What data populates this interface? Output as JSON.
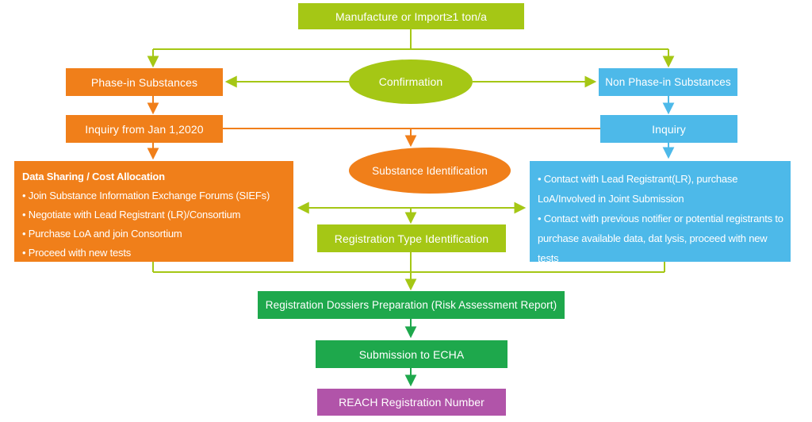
{
  "colors": {
    "yellow_green": "#a5c715",
    "orange": "#f07f1a",
    "blue": "#4db9e9",
    "green": "#1ea84c",
    "purple": "#b154a9",
    "text": "#ffffff",
    "background": "#ffffff"
  },
  "nodes": {
    "manufacture": {
      "label": "Manufacture or Import≥1 ton/a"
    },
    "phase_in": {
      "label": "Phase-in Substances"
    },
    "confirmation": {
      "label": "Confirmation"
    },
    "non_phase_in": {
      "label": "Non Phase-in Substances"
    },
    "inquiry_from_jan": {
      "label": "Inquiry from Jan 1,2020"
    },
    "inquiry": {
      "label": "Inquiry"
    },
    "substance_identification": {
      "label": "Substance Identification"
    },
    "data_sharing": {
      "title": "Data Sharing / Cost Allocation",
      "bullets": [
        "• Join Substance Information Exchange Forums (SIEFs)",
        "• Negotiate with Lead Registrant (LR)/Consortium",
        "• Purchase LoA and join Consortium",
        "• Proceed with new tests"
      ]
    },
    "joint_submission": {
      "bullets": [
        "• Contact with Lead Registrant(LR), purchase LoA/Involved in Joint Submission",
        "• Contact with previous notifier or potential registrants to purchase available data, dat lysis, proceed with new tests"
      ]
    },
    "registration_type": {
      "label": "Registration Type Identification"
    },
    "dossiers": {
      "label": "Registration Dossiers Preparation (Risk Assessment Report)"
    },
    "submission": {
      "label": "Submission to ECHA"
    },
    "reach_number": {
      "label": "REACH Registration Number"
    }
  }
}
